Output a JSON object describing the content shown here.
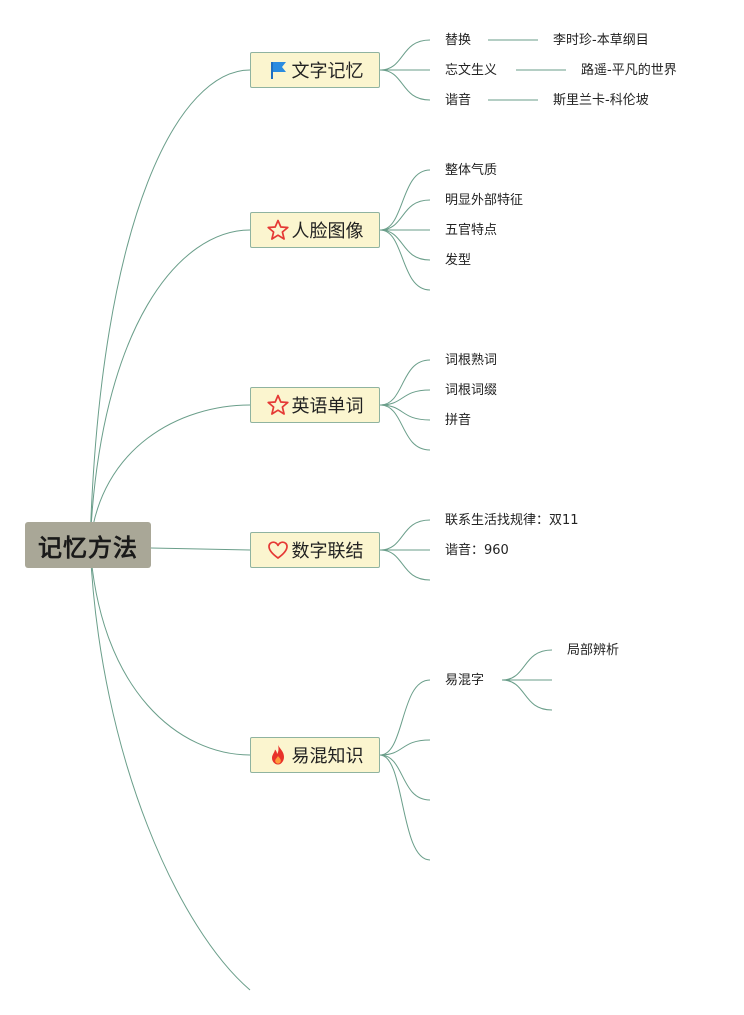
{
  "root": {
    "label": "记忆方法"
  },
  "branches": [
    {
      "label": "文字记忆",
      "icon": "flag-icon",
      "items": [
        {
          "label": "替换",
          "detail": "李时珍-本草纲目"
        },
        {
          "label": "忘文生义",
          "detail": "路遥-平凡的世界"
        },
        {
          "label": "谐音",
          "detail": "斯里兰卡-科伦坡"
        }
      ]
    },
    {
      "label": "人脸图像",
      "icon": "star-icon",
      "items": [
        {
          "label": "整体气质"
        },
        {
          "label": "明显外部特征"
        },
        {
          "label": "五官特点"
        },
        {
          "label": "发型"
        }
      ]
    },
    {
      "label": "英语单词",
      "icon": "star-icon",
      "items": [
        {
          "label": "词根熟词"
        },
        {
          "label": "词根词缀"
        },
        {
          "label": "拼音"
        }
      ]
    },
    {
      "label": "数字联结",
      "icon": "heart-icon",
      "items": [
        {
          "label": "联系生活找规律：双11"
        },
        {
          "label": "谐音：960"
        }
      ]
    },
    {
      "label": "易混知识",
      "icon": "flame-icon",
      "items": [
        {
          "label": "易混字",
          "children": [
            {
              "label": "局部辨析"
            }
          ]
        }
      ]
    }
  ],
  "colors": {
    "link": "#6a9e8a",
    "root_bg": "#a9a797",
    "branch_bg": "#fbf5cf",
    "branch_border": "#8fb3a0"
  }
}
